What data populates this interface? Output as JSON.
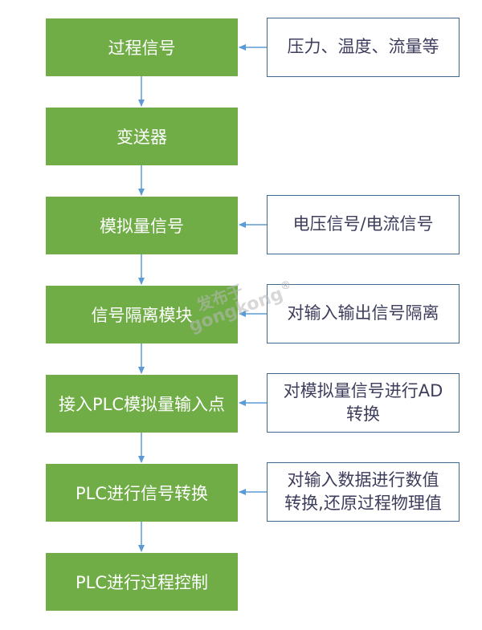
{
  "colors": {
    "step_fill": "#70ad47",
    "note_border": "#3f6a8e",
    "arrow": "#5b9bd5"
  },
  "steps": [
    "过程信号",
    "变送器",
    "模拟量信号",
    "信号隔离模块",
    "接入PLC模拟量输入点",
    "PLC进行信号转换",
    "PLC进行过程控制"
  ],
  "notes": [
    "压力、温度、流量等",
    "电压信号/电流信号",
    "对输入输出信号隔离",
    "对模拟量信号进行AD\n转换",
    "对输入数据进行数值\n转换,还原过程物理值"
  ],
  "watermark": {
    "cn": "发布于",
    "en": "gongkong",
    "mark": "®"
  }
}
